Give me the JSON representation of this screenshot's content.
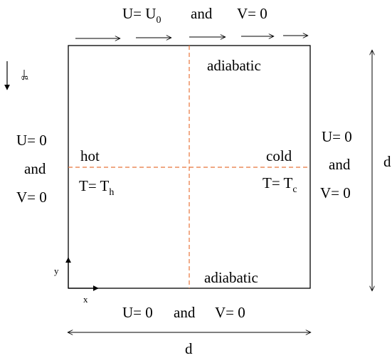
{
  "top": {
    "u": "U= U",
    "u_sub": "0",
    "and": "and",
    "v": "V= 0"
  },
  "gravity": {
    "label": "g"
  },
  "walls": {
    "top": "adiabatic",
    "bottom": "adiabatic"
  },
  "left": {
    "u": "U= 0",
    "and": "and",
    "v": "V= 0",
    "hot": "hot",
    "temp": "T= T",
    "temp_sub": "h"
  },
  "right": {
    "u": "U= 0",
    "and": "and",
    "v": "V= 0",
    "cold": "cold",
    "temp": "T= T",
    "temp_sub": "c"
  },
  "bottom": {
    "u": "U= 0",
    "and": "and",
    "v": "V= 0"
  },
  "dims": {
    "width": "d",
    "height": "d"
  },
  "axes": {
    "x": "x",
    "y": "y"
  },
  "colors": {
    "outline": "#000000",
    "dashed": "#e8743b"
  }
}
